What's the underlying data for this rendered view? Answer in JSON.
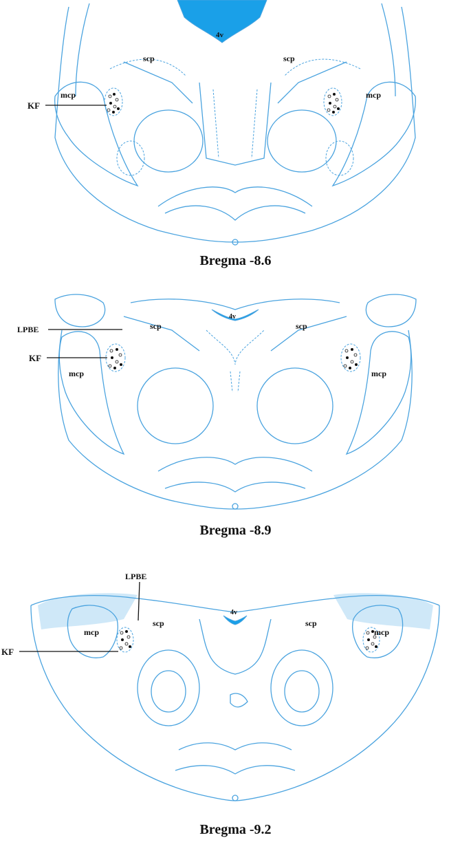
{
  "panels": [
    {
      "caption": "Bregma -8.6",
      "labels": {
        "ventricle": "4v",
        "scp_left": "scp",
        "scp_right": "scp",
        "mcp_left": "mcp",
        "mcp_right": "mcp",
        "kf": "KF"
      }
    },
    {
      "caption": "Bregma -8.9",
      "labels": {
        "ventricle": "4v",
        "scp_left": "scp",
        "scp_right": "scp",
        "mcp_left": "mcp",
        "mcp_right": "mcp",
        "kf": "KF",
        "lpbe": "LPBE"
      }
    },
    {
      "caption": "Bregma -9.2",
      "labels": {
        "ventricle": "4v",
        "scp_left": "scp",
        "scp_right": "scp",
        "mcp_left": "mcp",
        "mcp_right": "mcp",
        "kf": "KF",
        "lpbe": "LPBE"
      }
    }
  ],
  "colors": {
    "outline": "#4aa3df",
    "ventricle_fill": "#1aa0e8",
    "light_fill": "#cfe8f8",
    "text": "#111111"
  }
}
